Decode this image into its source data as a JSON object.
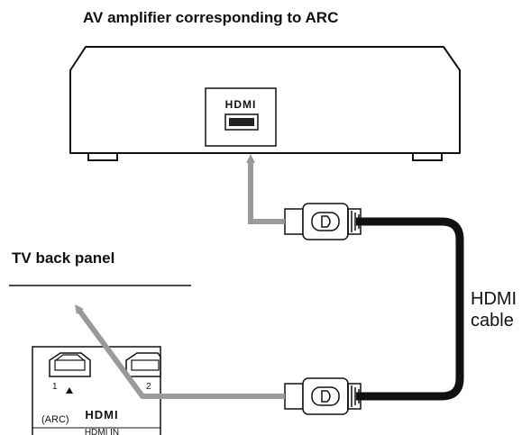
{
  "amplifier": {
    "title": "AV amplifier corresponding to ARC",
    "hdmi_logo": "HDMI"
  },
  "tv": {
    "title": "TV back panel",
    "port1_number": "1",
    "port1_arc": "(ARC)",
    "port2_number": "2",
    "hdmi_logo": "HDMI",
    "hdmi_in_label": "HDMI IN"
  },
  "cable": {
    "label_line1": "HDMI",
    "label_line2": "cable"
  },
  "colors": {
    "arrow": "#9a9a9a",
    "cable": "#111111",
    "outline": "#111111"
  }
}
